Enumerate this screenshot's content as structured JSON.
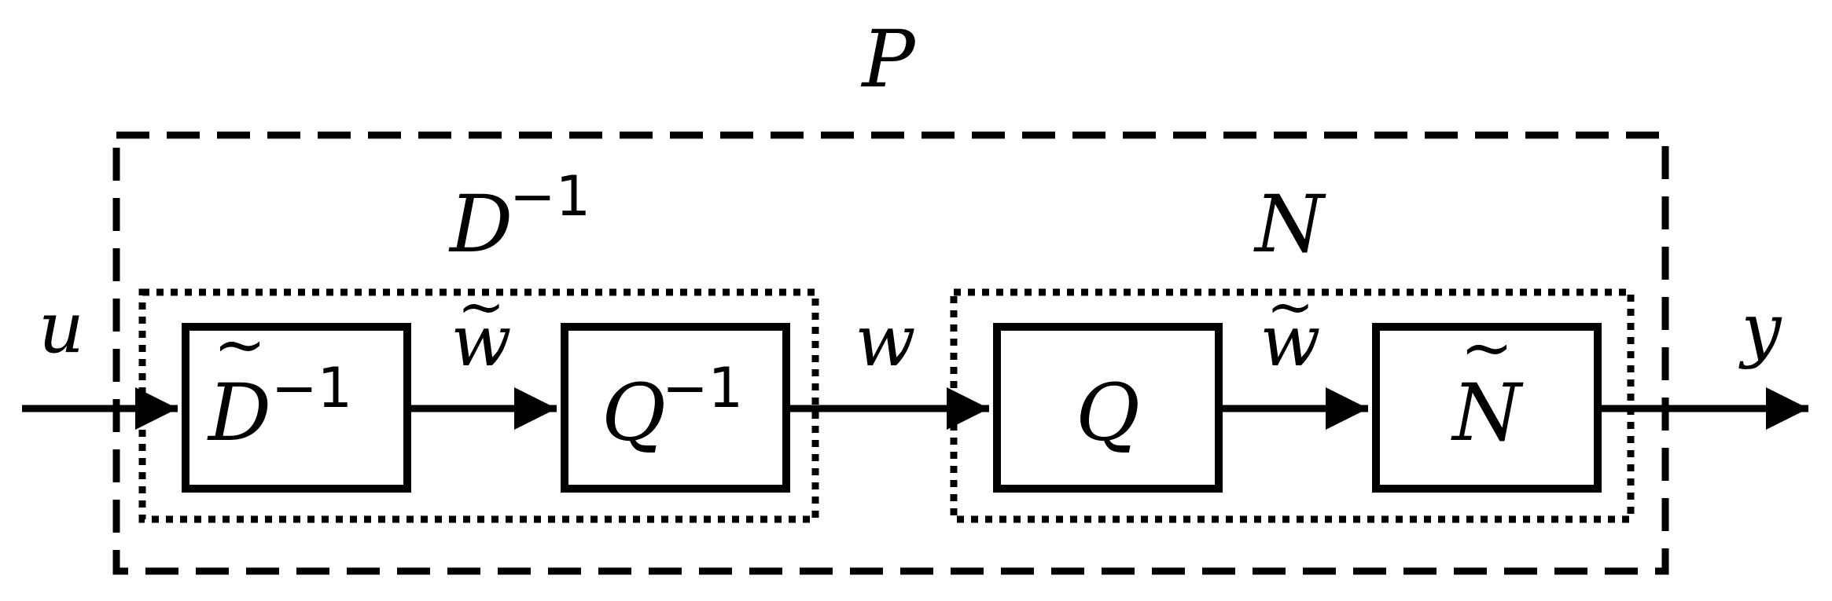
{
  "title": "",
  "outer_block": {
    "label": "P"
  },
  "groups": {
    "left": {
      "label_base": "D",
      "label_sup": "−1"
    },
    "right": {
      "label_base": "N"
    }
  },
  "blocks": {
    "d_tilde_inverse": {
      "base": "D",
      "tilde": "~",
      "sup": "−1"
    },
    "q_inverse": {
      "base": "Q",
      "sup": "−1"
    },
    "q": {
      "base": "Q"
    },
    "n_tilde": {
      "base": "N",
      "tilde": "~"
    }
  },
  "signals": {
    "input": "u",
    "w_tilde_1": {
      "base": "w",
      "tilde": "~"
    },
    "w": "w",
    "w_tilde_2": {
      "base": "w",
      "tilde": "~"
    },
    "output": "y"
  }
}
